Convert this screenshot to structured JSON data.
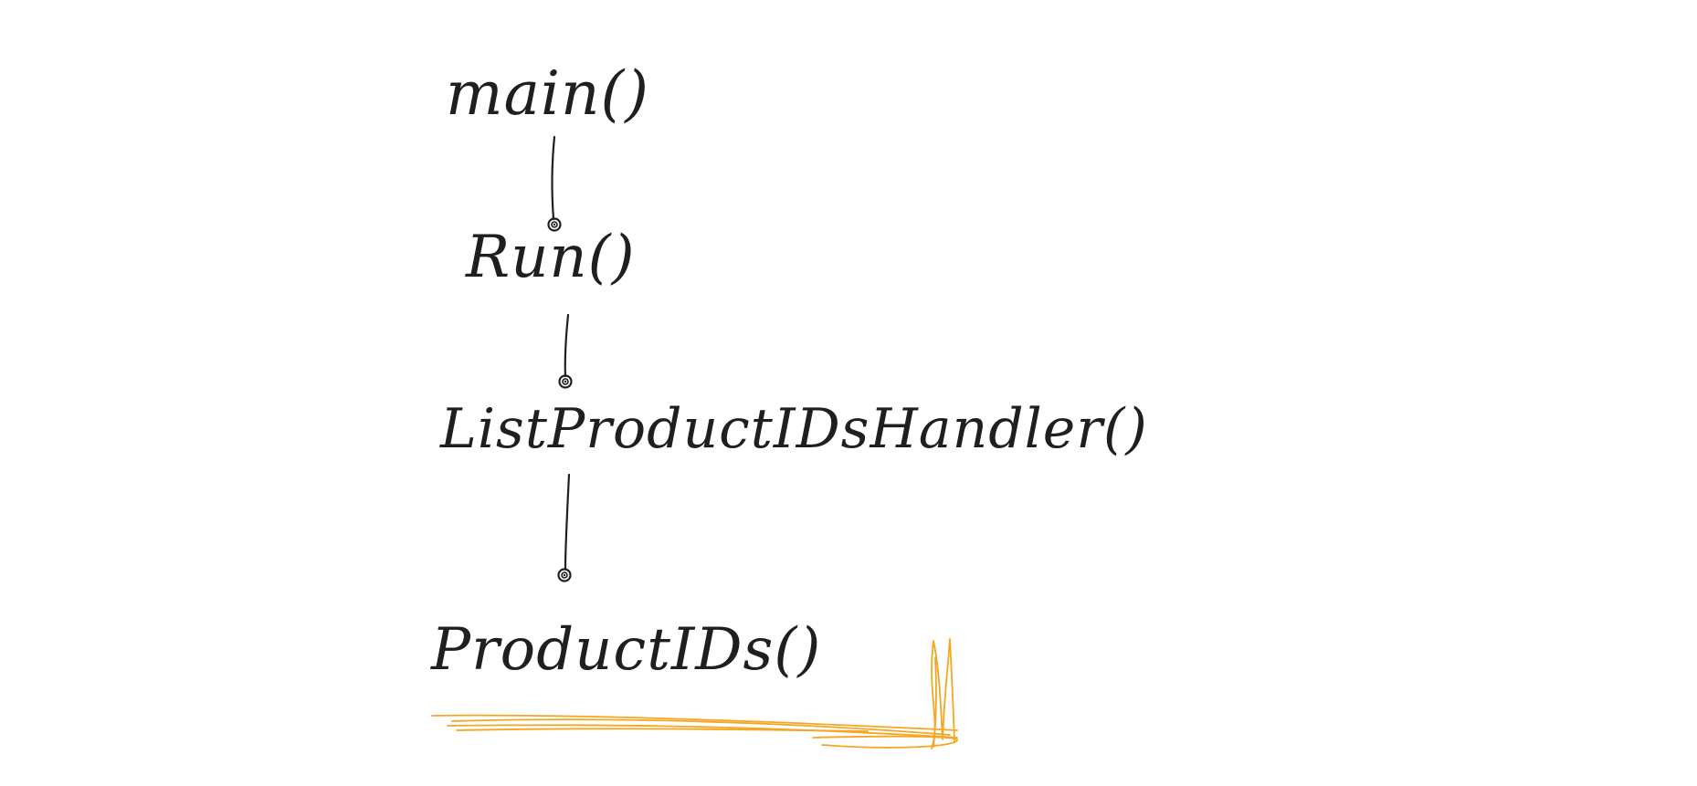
{
  "diagram": {
    "nodes": [
      {
        "id": "main",
        "label": "main()"
      },
      {
        "id": "run",
        "label": "Run()"
      },
      {
        "id": "list-product-ids-handler",
        "label": "ListProductIDsHandler()"
      },
      {
        "id": "product-ids",
        "label": "ProductIDs()"
      }
    ],
    "edges": [
      {
        "from": "main",
        "to": "run"
      },
      {
        "from": "run",
        "to": "list-product-ids-handler"
      },
      {
        "from": "list-product-ids-handler",
        "to": "product-ids"
      }
    ],
    "highlight": {
      "node": "product-ids",
      "style": "underline-scribble",
      "color": "#f5a623"
    },
    "ink_color": "#1f1f1f"
  }
}
